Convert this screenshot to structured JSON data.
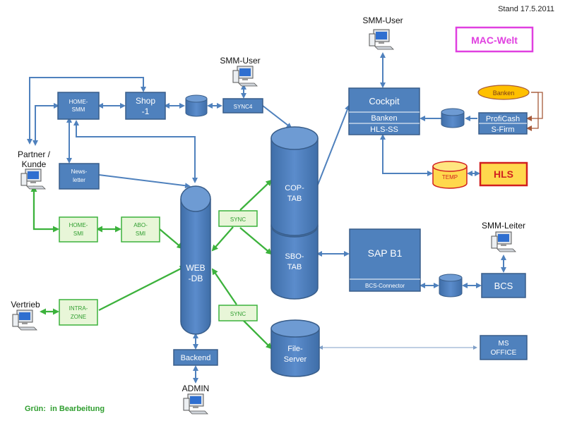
{
  "header": {
    "stand": "Stand 17.5.2011",
    "mac_welt": "MAC-Welt"
  },
  "legend": {
    "gruen": "Grün:  in Bearbeitung"
  },
  "users": {
    "smm_user_top": "SMM-User",
    "smm_user_mid": "SMM-User",
    "partner": [
      "Partner /",
      "Kunde"
    ],
    "vertrieb": "Vertrieb",
    "admin": "ADMIN",
    "smm_leiter": "SMM-Leiter"
  },
  "boxes": {
    "home_smm": [
      "HOME-",
      "SMM"
    ],
    "shop": [
      "Shop",
      "-1"
    ],
    "sync4": "SYNC4",
    "newsletter": [
      "News-",
      "letter"
    ],
    "home_smi": [
      "HOME-",
      "SMI"
    ],
    "abo_smi": [
      "ABO-",
      "SMI"
    ],
    "intra_zone": [
      "INTRA-",
      "ZONE"
    ],
    "sync_upper": "SYNC",
    "sync_lower": "SYNC",
    "backend": "Backend",
    "cockpit": "Cockpit",
    "banken_row": "Banken",
    "hls_ss": "HLS-SS",
    "banken_oval": "Banken",
    "proficash": "ProfiCash",
    "s_firm": "S-Firm",
    "temp": "TEMP",
    "hls": "HLS",
    "sap_b1": "SAP B1",
    "bcs_connector": "BCS-Connector",
    "bcs": "BCS",
    "ms_office": [
      "MS",
      "OFFICE"
    ]
  },
  "databases": {
    "web_db": [
      "WEB",
      "-DB"
    ],
    "cop_tab": [
      "COP-",
      "TAB"
    ],
    "sbo_tab": [
      "SBO-",
      "TAB"
    ],
    "file_server": [
      "File-",
      "Server"
    ]
  },
  "colors": {
    "blue_box": "#4f81bd",
    "blue_border": "#385d8a",
    "blue_line": "#4f81bd",
    "green_line": "#3cb23c",
    "green_fill": "#e8f6d8",
    "green_text": "#2f9e2f",
    "magenta": "#e040e0",
    "hls_red": "#d11f1f",
    "temp_yellow": "#ffd84d",
    "brown": "#a65a3a"
  }
}
